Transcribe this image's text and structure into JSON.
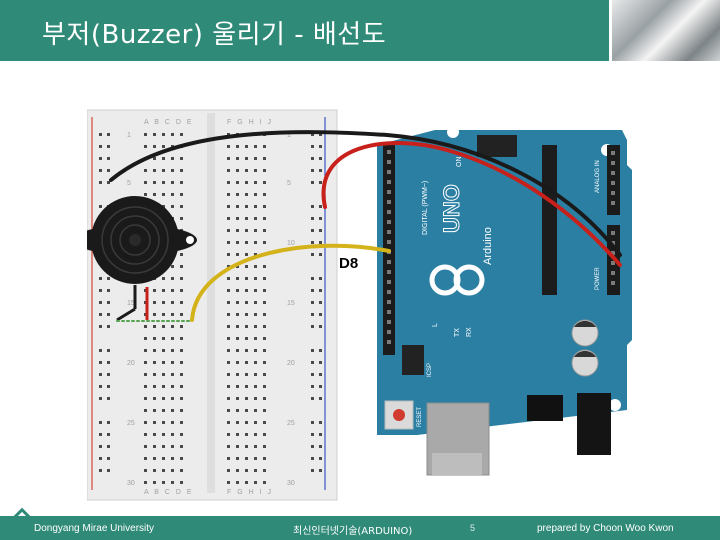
{
  "header": {
    "title": "부저(Buzzer) 울리기 - 배선도"
  },
  "diagram": {
    "pin_label": "D8",
    "breadboard": {
      "column_letters": "A B C D E",
      "column_letters_right": "F G H I J",
      "row_numbers": [
        "1",
        "5",
        "10",
        "15",
        "20",
        "25",
        "30"
      ]
    },
    "arduino": {
      "model": "UNO",
      "brand": "Arduino",
      "digital_label": "DIGITAL (PWM~)",
      "analog_label": "ANALOG IN",
      "power_label": "POWER",
      "tx_label": "TX",
      "rx_label": "RX",
      "l_label": "L",
      "on_label": "ON",
      "reset_label": "RESET",
      "icsp_label": "ICSP"
    },
    "colors": {
      "wire_black": "#1a1a1a",
      "wire_red": "#c8201b",
      "wire_yellow": "#d4b21a",
      "board": "#2b7fa3",
      "breadboard": "#ececec"
    }
  },
  "footer": {
    "left": "Dongyang Mirae University",
    "center": "최신인터넷기술(ARDUINO)",
    "page": "5",
    "right": "prepared by Choon Woo Kwon"
  }
}
